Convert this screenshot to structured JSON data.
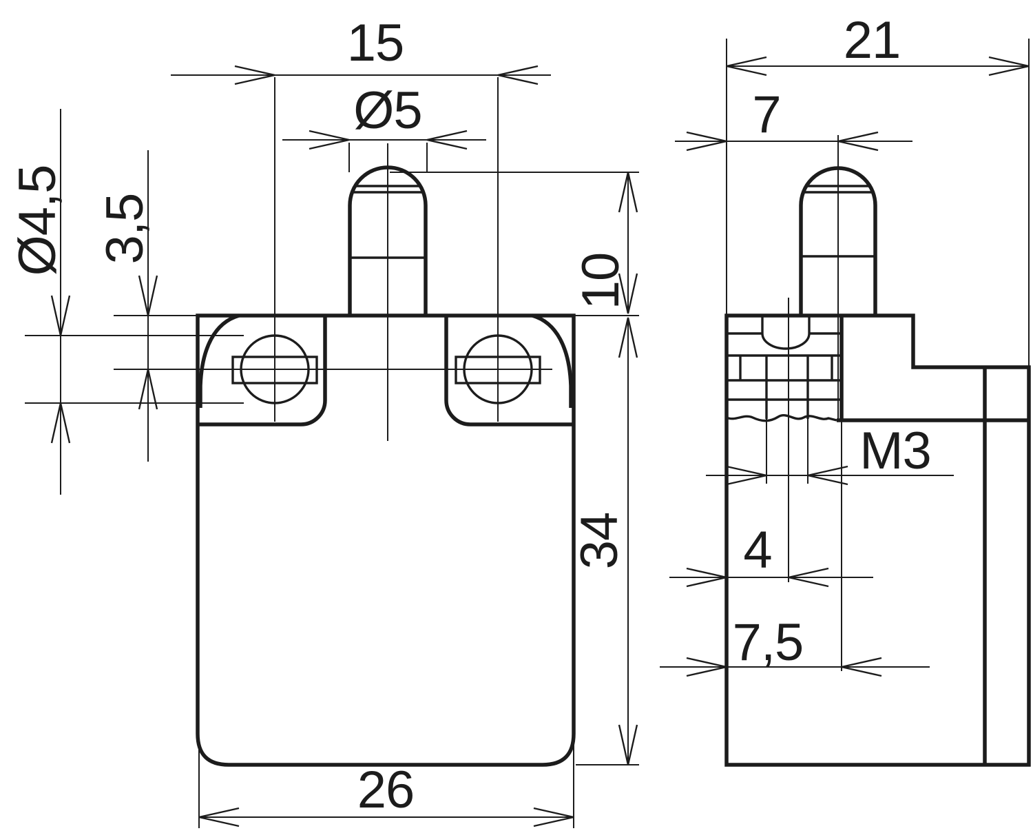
{
  "drawing": {
    "kind": "technical-dimension-drawing",
    "line_color": "#1c1c1c",
    "background_color": "#ffffff"
  },
  "views": {
    "front": {
      "dims": {
        "screw_spacing": "15",
        "plunger_diameter": "Ø5",
        "screw_head_diameter": "Ø4,5",
        "screw_axis_from_top": "3,5",
        "plunger_height": "10",
        "body_height": "34",
        "body_width": "26"
      }
    },
    "side": {
      "dims": {
        "overall_depth": "21",
        "plunger_axis_from_face": "7",
        "terminal_thread": "M3",
        "thread_axis_from_face": "4",
        "compartment_depth": "7,5"
      }
    }
  }
}
